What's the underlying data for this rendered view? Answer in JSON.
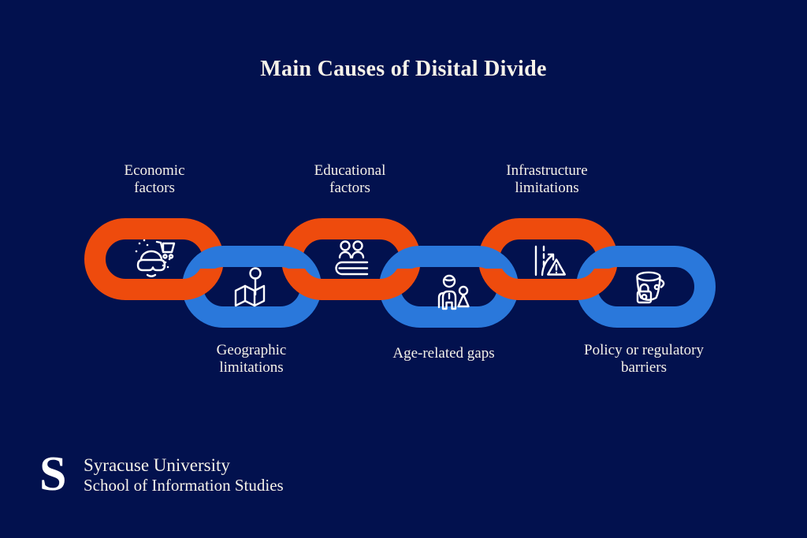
{
  "title": "Main Causes of Disital Divide",
  "colors": {
    "background": "#02114E",
    "orange": "#EE4B0D",
    "blue": "#2A78DB",
    "text": "#F6F2E9",
    "icon_stroke": "#FFFFFF"
  },
  "causes": [
    {
      "name": "Economic factors",
      "lines": [
        "Economic",
        "factors"
      ],
      "label_position": "above",
      "link_color": "orange",
      "icon": "vr-headset-shopping-cart-icon"
    },
    {
      "name": "Geographic limitations",
      "lines": [
        "Geographic",
        "limitations"
      ],
      "label_position": "below",
      "link_color": "blue",
      "icon": "map-pin-icon"
    },
    {
      "name": "Educational factors",
      "lines": [
        "Educational",
        "factors"
      ],
      "label_position": "above",
      "link_color": "orange",
      "icon": "people-education-icon"
    },
    {
      "name": "Age-related gaps",
      "lines": [
        "Age-related gaps"
      ],
      "label_position": "below",
      "link_color": "blue",
      "icon": "adult-child-icon"
    },
    {
      "name": "Infrastructure limitations",
      "lines": [
        "Infrastructure",
        "limitations"
      ],
      "label_position": "above",
      "link_color": "orange",
      "icon": "road-warning-icon"
    },
    {
      "name": "Policy or regulatory barriers",
      "lines": [
        "Policy or regulatory",
        "barriers"
      ],
      "label_position": "below",
      "link_color": "blue",
      "icon": "bucket-padlock-icon"
    }
  ],
  "footer": {
    "logo_letter": "S",
    "line1": "Syracuse University",
    "line2": "School of Information Studies"
  }
}
